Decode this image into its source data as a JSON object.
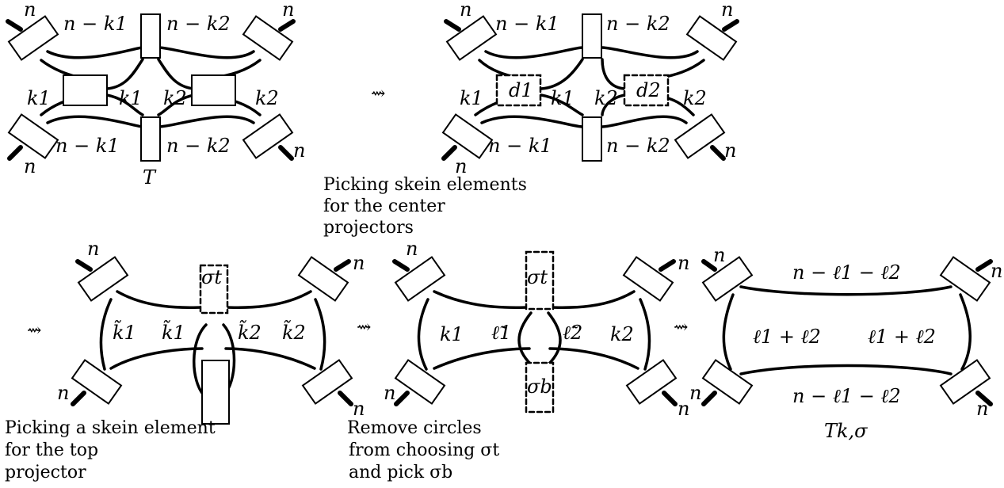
{
  "panels": [
    {
      "id": "p1",
      "corner_labels": [
        "n",
        "n",
        "n",
        "n"
      ],
      "edge_labels": [
        "n − k1",
        "n − k2",
        "n − k1",
        "n − k2",
        "k1",
        "k1",
        "k2",
        "k2"
      ],
      "box_labels": [
        "",
        ""
      ],
      "bottom_label": "T"
    },
    {
      "id": "p2",
      "corner_labels": [
        "n",
        "n",
        "n",
        "n"
      ],
      "edge_labels": [
        "n − k1",
        "n − k2",
        "n − k1",
        "n − k2",
        "k1",
        "k1",
        "k2",
        "k2"
      ],
      "box_labels": [
        "d1",
        "d2"
      ],
      "caption": [
        "Picking skein elements",
        "for the center",
        "projectors"
      ]
    },
    {
      "id": "p3",
      "corner_labels": [
        "n",
        "n",
        "n",
        "n"
      ],
      "edge_labels": [
        "k̃1",
        "k̃1",
        "k̃2",
        "k̃2"
      ],
      "box_labels": [
        "σt"
      ],
      "caption": [
        "Picking a skein element",
        "for the top",
        "projector"
      ]
    },
    {
      "id": "p4",
      "corner_labels": [
        "n",
        "n",
        "n",
        "n"
      ],
      "edge_labels": [
        "k1",
        "ℓ̃1",
        "ℓ̃2",
        "k2"
      ],
      "box_labels": [
        "σt",
        "σb"
      ],
      "caption": [
        "Remove circles",
        "from choosing σt",
        "and pick σb"
      ]
    },
    {
      "id": "p5",
      "corner_labels": [
        "n",
        "n",
        "n",
        "n"
      ],
      "edge_labels": [
        "n − ℓ1 − ℓ2",
        "ℓ1 + ℓ2",
        "ℓ1 + ℓ2",
        "n − ℓ1 − ℓ2"
      ],
      "bottom_label": "Tk,σ"
    }
  ],
  "arrows": [
    "⇝",
    "⇝",
    "⇝",
    "⇝"
  ]
}
